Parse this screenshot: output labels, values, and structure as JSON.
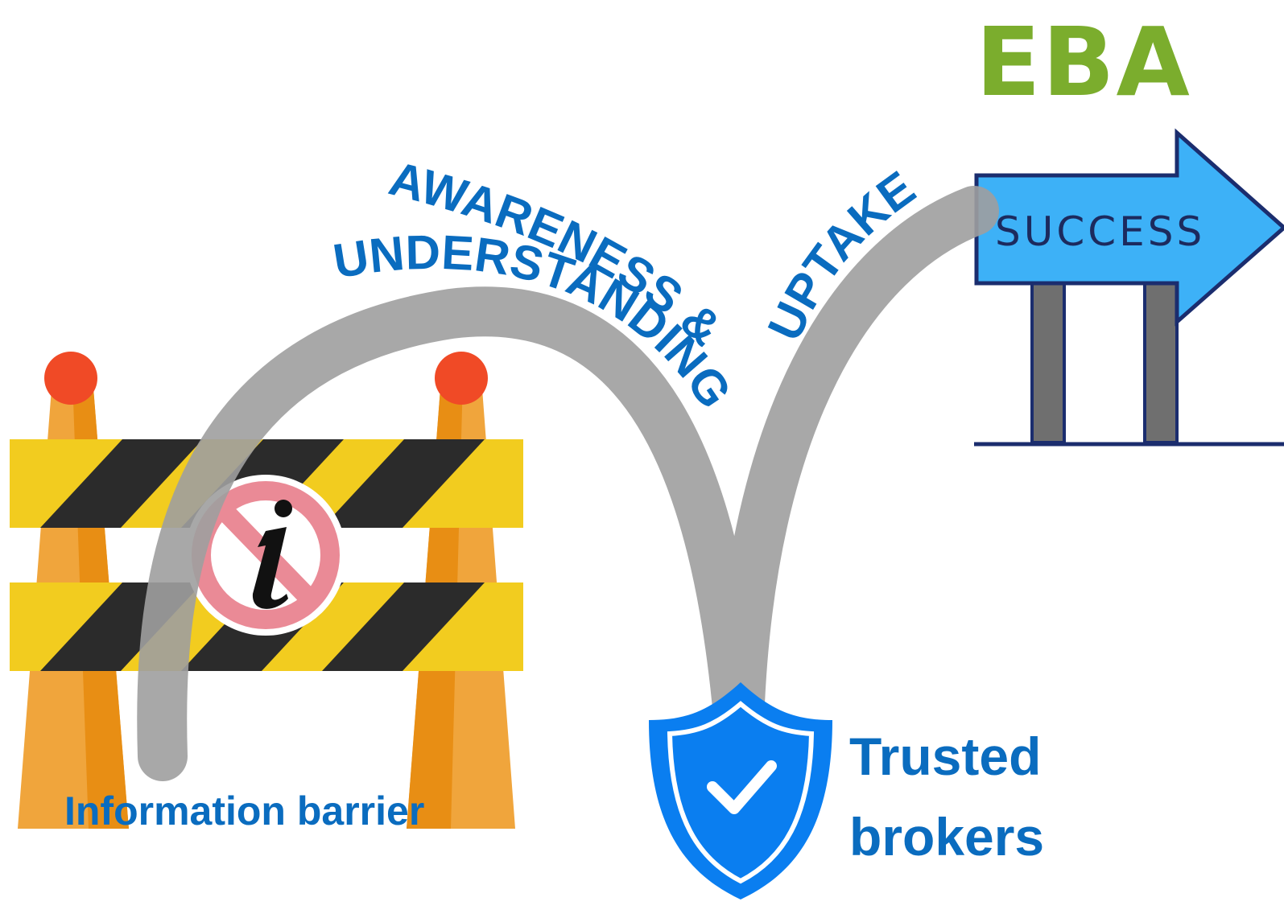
{
  "logo": {
    "text": "EBA",
    "color": "#7bad2d"
  },
  "journey": {
    "path_color": "#9e9e9e",
    "label_color": "#0a6cbf",
    "barrier_label": "Information barrier",
    "awareness_label": "AWARENESS &",
    "understanding_label": "UNDERSTANDING",
    "uptake_label": "UPTAKE",
    "trusted_brokers_line1": "Trusted",
    "trusted_brokers_line2": "brokers"
  },
  "sign": {
    "text": "SUCCESS",
    "color": "#3db1f7",
    "text_color": "#1c2a5e"
  },
  "barrier": {
    "stripe_yellow": "#f2cc1f",
    "stripe_black": "#2b2b2b",
    "leg_color": "#f0a53c",
    "lamp_color": "#f04a26",
    "icon": "no-information-icon"
  },
  "shield": {
    "icon": "shield-check-icon",
    "color": "#0a7ef0"
  }
}
